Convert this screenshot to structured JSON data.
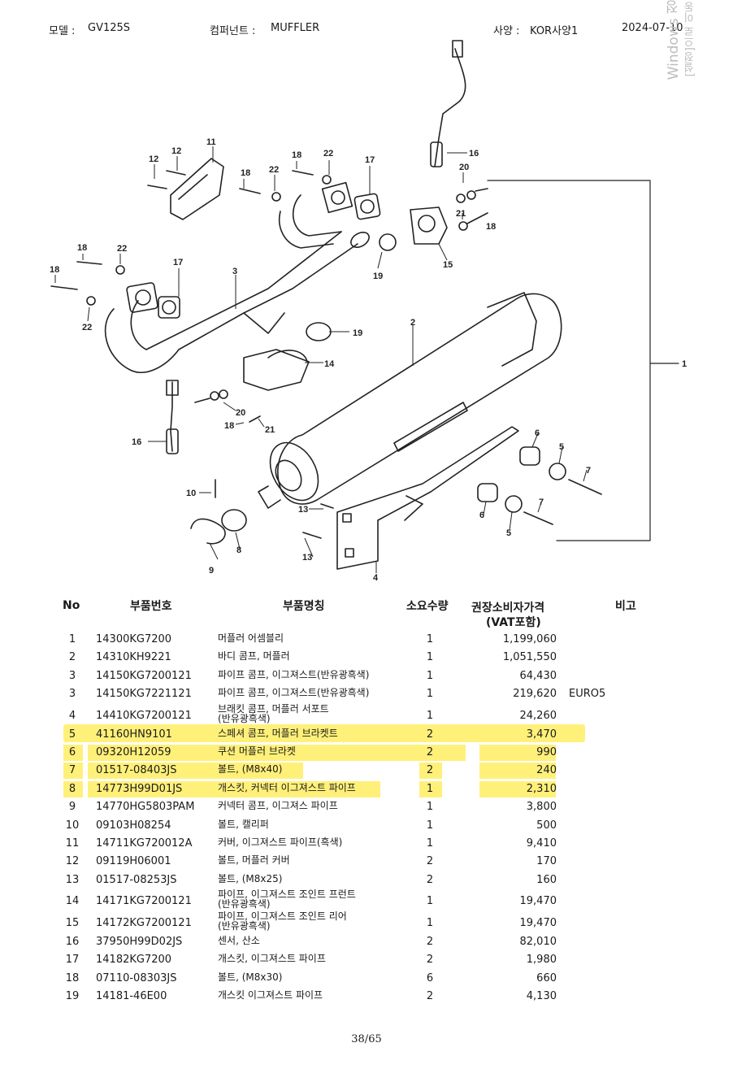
{
  "header": {
    "model_label": "모델 :",
    "model_value": "GV125S",
    "component_label": "컴퍼넌트 :",
    "component_value": "MUFFLER",
    "spec_label": "사양 :",
    "spec_value": "KOR사양1",
    "date": "2024-07-10"
  },
  "watermark": {
    "line1": "Windows 정",
    "line2": "[설정]으로 이동"
  },
  "diagram": {
    "callouts": [
      "1",
      "2",
      "3",
      "4",
      "5",
      "6",
      "7",
      "8",
      "9",
      "10",
      "11",
      "12",
      "13",
      "14",
      "15",
      "16",
      "17",
      "18",
      "19",
      "20",
      "21",
      "22"
    ]
  },
  "table": {
    "headers": {
      "no": "No",
      "part_no": "부품번호",
      "name": "부품명칭",
      "qty": "소요수량",
      "price_l1": "권장소비자가격",
      "price_l2": "(VAT포함)",
      "note": "비고"
    },
    "rows": [
      {
        "no": "1",
        "part_no": "14300KG7200",
        "name": "머플러 어셈블리",
        "qty": "1",
        "price": "1,199,060",
        "note": ""
      },
      {
        "no": "2",
        "part_no": "14310KH9221",
        "name": "바디 콤프, 머플러",
        "qty": "1",
        "price": "1,051,550",
        "note": ""
      },
      {
        "no": "3",
        "part_no": "14150KG7200121",
        "name": "파이프 콤프, 이그져스트(반유광흑색)",
        "qty": "1",
        "price": "64,430",
        "note": ""
      },
      {
        "no": "3",
        "part_no": "14150KG7221121",
        "name": "파이프 콤프, 이그져스트(반유광흑색)",
        "qty": "1",
        "price": "219,620",
        "note": "EURO5"
      },
      {
        "no": "4",
        "part_no": "14410KG7200121",
        "name": "브래킷 콤프, 머플러 서포트\n(반유광흑색)",
        "qty": "1",
        "price": "24,260",
        "note": ""
      },
      {
        "no": "5",
        "part_no": "41160HN9101",
        "name": "스페셔  콤프,  머플러  브라켓트",
        "qty": "2",
        "price": "3,470",
        "note": ""
      },
      {
        "no": "6",
        "part_no": "09320H12059",
        "name": "쿠션  머플러  브라켓",
        "qty": "2",
        "price": "990",
        "note": ""
      },
      {
        "no": "7",
        "part_no": "01517-08403JS",
        "name": "볼트, (M8x40)",
        "qty": "2",
        "price": "240",
        "note": ""
      },
      {
        "no": "8",
        "part_no": "14773H99D01JS",
        "name": "개스킷, 커넥터 이그져스트 파이프",
        "qty": "1",
        "price": "2,310",
        "note": ""
      },
      {
        "no": "9",
        "part_no": "14770HG5803PAM",
        "name": "커넥터  콤프,  이그져스  파이프",
        "qty": "1",
        "price": "3,800",
        "note": ""
      },
      {
        "no": "10",
        "part_no": "09103H08254",
        "name": "볼트,  캘리퍼",
        "qty": "1",
        "price": "500",
        "note": ""
      },
      {
        "no": "11",
        "part_no": "14711KG720012A",
        "name": "커버, 이그져스트 파이프(흑색)",
        "qty": "1",
        "price": "9,410",
        "note": ""
      },
      {
        "no": "12",
        "part_no": "09119H06001",
        "name": "볼트,  머플러  커버",
        "qty": "2",
        "price": "170",
        "note": ""
      },
      {
        "no": "13",
        "part_no": "01517-08253JS",
        "name": "볼트, (M8x25)",
        "qty": "2",
        "price": "160",
        "note": ""
      },
      {
        "no": "14",
        "part_no": "14171KG7200121",
        "name": "파이프, 이그져스트 조인트 프런트\n(반유광흑색)",
        "qty": "1",
        "price": "19,470",
        "note": ""
      },
      {
        "no": "15",
        "part_no": "14172KG7200121",
        "name": "파이프, 이그져스트 조인트 리어\n(반유광흑색)",
        "qty": "1",
        "price": "19,470",
        "note": ""
      },
      {
        "no": "16",
        "part_no": "37950H99D02JS",
        "name": "센서, 산소",
        "qty": "2",
        "price": "82,010",
        "note": ""
      },
      {
        "no": "17",
        "part_no": "14182KG7200",
        "name": "개스킷, 이그져스트 파이프",
        "qty": "2",
        "price": "1,980",
        "note": ""
      },
      {
        "no": "18",
        "part_no": "07110-08303JS",
        "name": "볼트, (M8x30)",
        "qty": "6",
        "price": "660",
        "note": ""
      },
      {
        "no": "19",
        "part_no": "14181-46E00",
        "name": "개스킷   이그져스트   파이프",
        "qty": "2",
        "price": "4,130",
        "note": ""
      }
    ]
  },
  "footer": {
    "page": "38/65"
  },
  "colors": {
    "highlight": "#fff07a",
    "watermark": "#bdbdbd",
    "text": "#1a1a1a"
  }
}
